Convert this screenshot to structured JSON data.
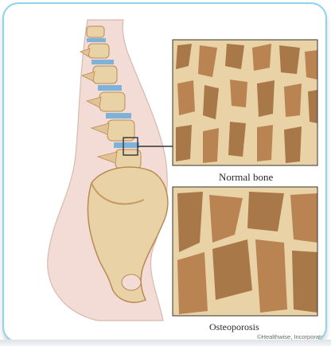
{
  "diagram": {
    "labels": {
      "normal": "Normal bone",
      "osteoporosis": "Osteoporosis",
      "credit": "©Healthwise, Incorporated"
    },
    "colors": {
      "frame_border": "#8fd3ee",
      "body_skin": "#f2dcd5",
      "bone": "#e9d2a6",
      "bone_shadow": "#c69a63",
      "disc": "#7fb2d8",
      "pore": "#a87848"
    }
  }
}
